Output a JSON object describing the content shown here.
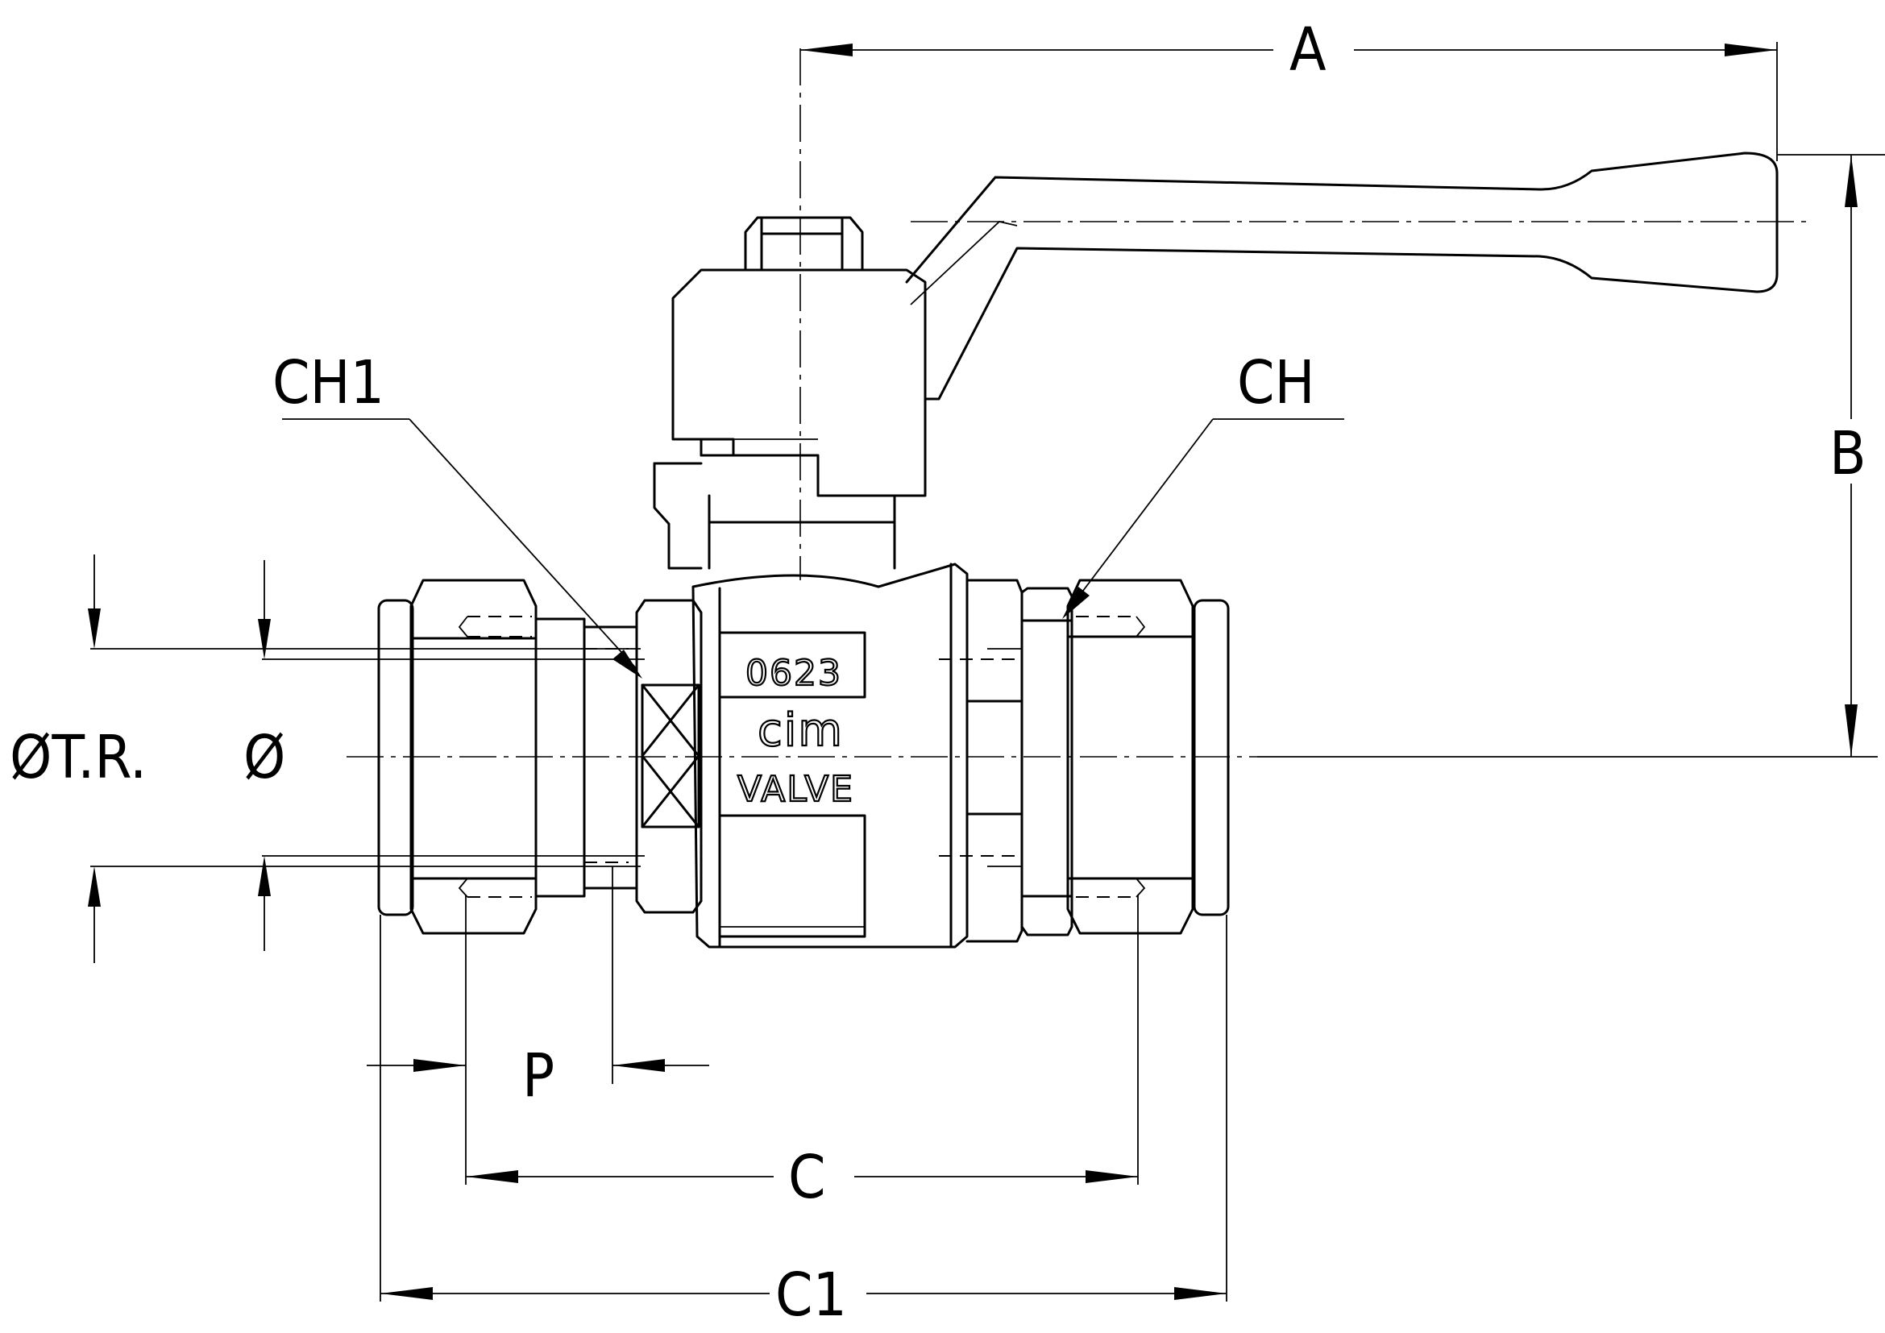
{
  "dimensions": {
    "A": "A",
    "B": "B",
    "C": "C",
    "C1": "C1",
    "P": "P",
    "CH": "CH",
    "CH1": "CH1",
    "tube_outer_diameter": "ØT.R.",
    "bore_diameter": "Ø"
  },
  "body_markings": {
    "code": "0623",
    "brand": "cim",
    "line": "VALVE"
  }
}
